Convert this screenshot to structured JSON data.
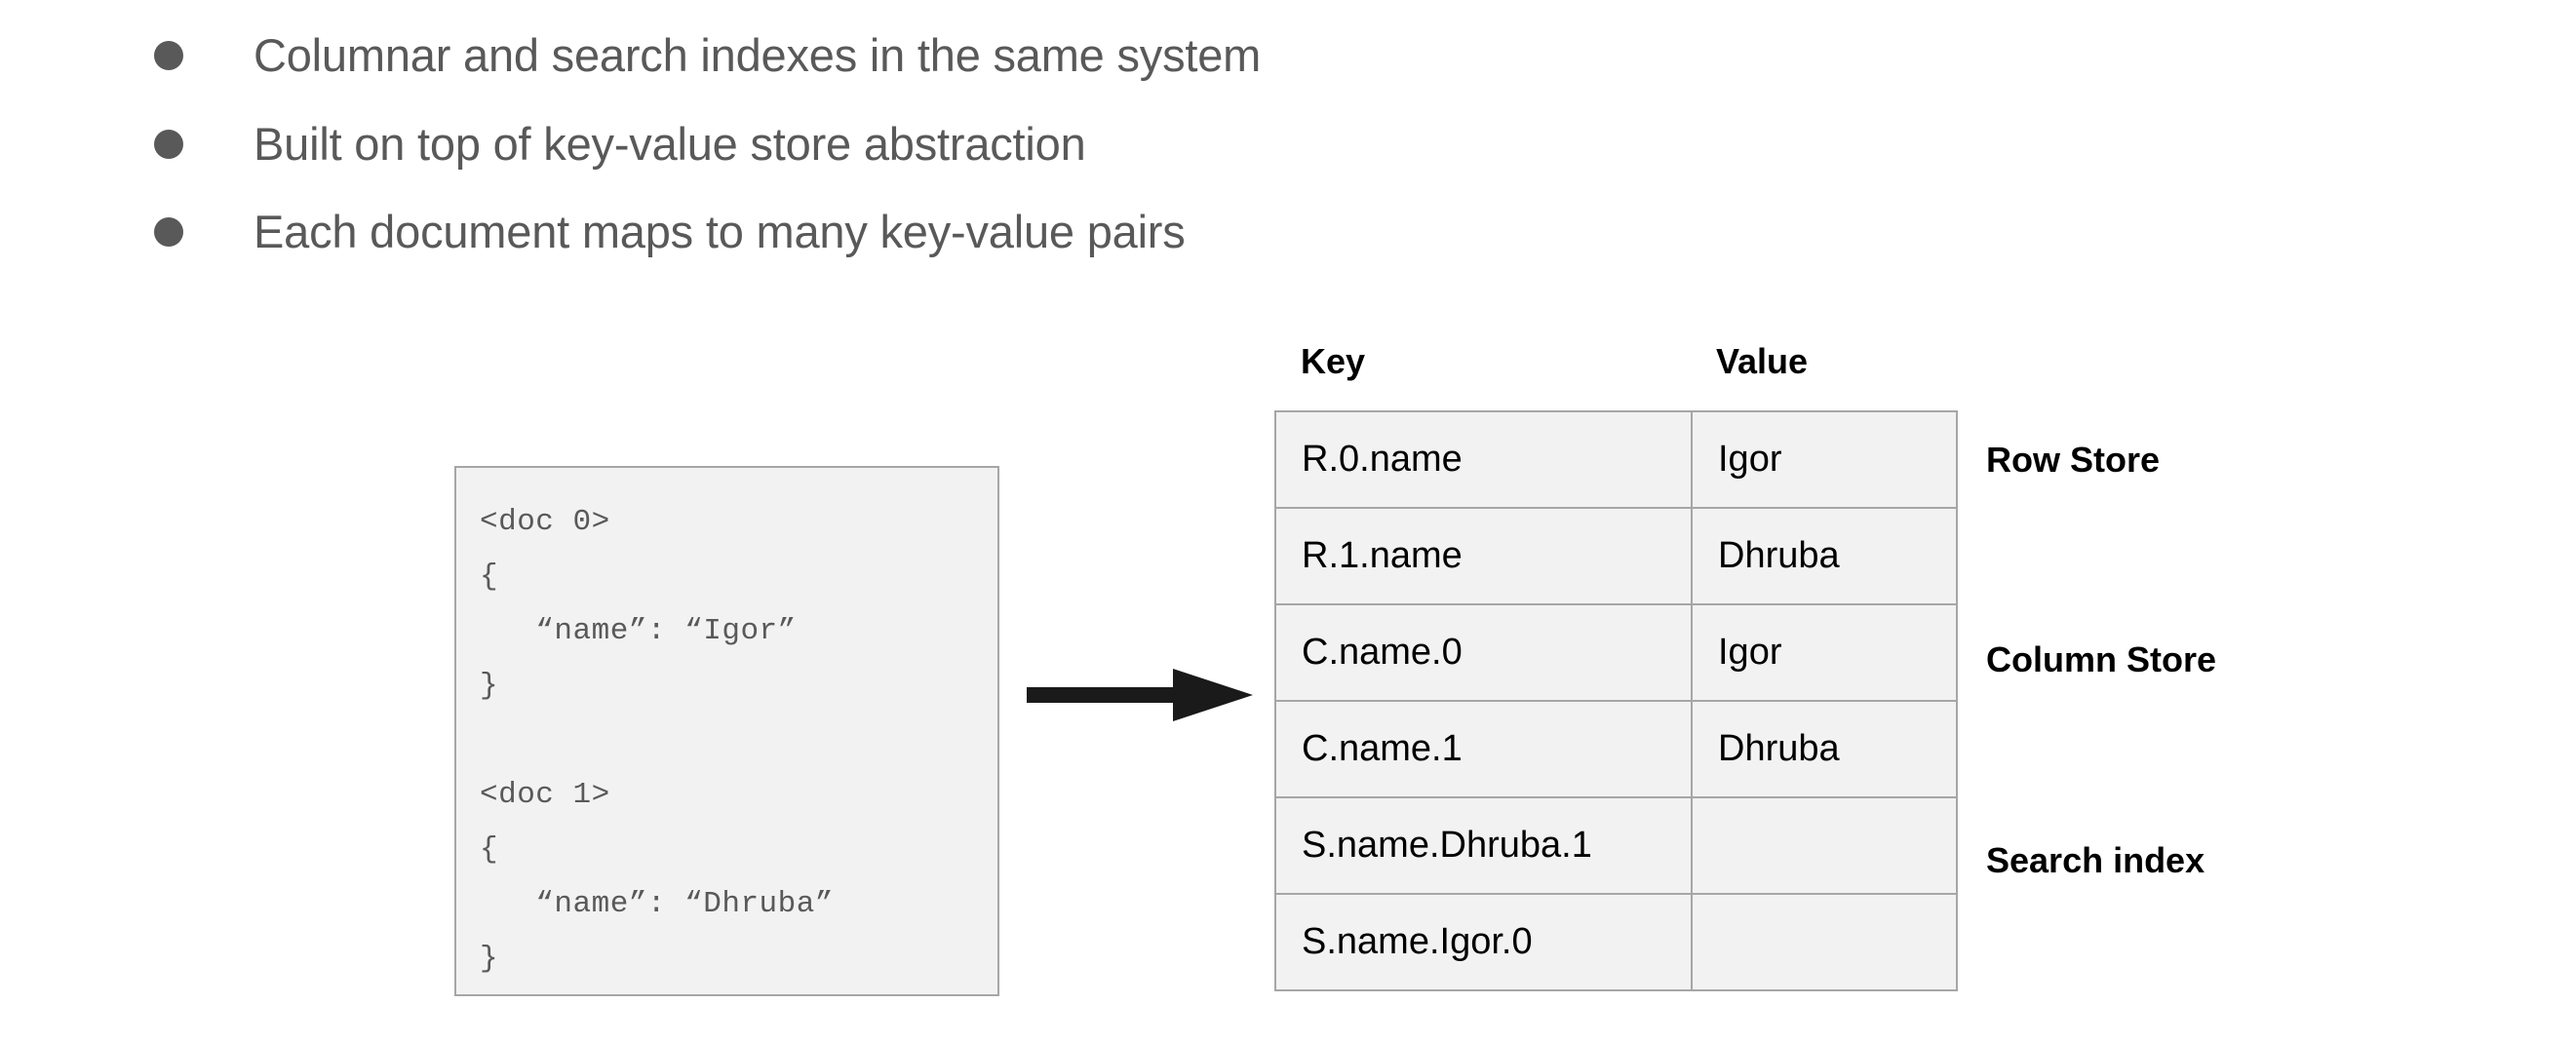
{
  "slide": {
    "bullets": [
      "Columnar and search indexes in the same system",
      "Built on top of key-value store abstraction",
      "Each document maps to many key-value pairs"
    ]
  },
  "document_box": {
    "code": "<doc 0>\n{\n   “name”: “Igor”\n}\n\n<doc 1>\n{\n   “name”: “Dhruba”\n}"
  },
  "arrow": {
    "icon": "right-arrow-icon",
    "color": "#1a1a1a"
  },
  "kv_table": {
    "headers": {
      "key": "Key",
      "value": "Value"
    },
    "rows": [
      {
        "key": "R.0.name",
        "value": "Igor"
      },
      {
        "key": "R.1.name",
        "value": "Dhruba"
      },
      {
        "key": "C.name.0",
        "value": "Igor"
      },
      {
        "key": "C.name.1",
        "value": "Dhruba"
      },
      {
        "key": "S.name.Dhruba.1",
        "value": ""
      },
      {
        "key": "S.name.Igor.0",
        "value": ""
      }
    ],
    "cell_fill": "#f2f2f2",
    "border_color": "#a6a6a6"
  },
  "annotations": [
    "Row Store",
    "Column Store",
    "Search index"
  ],
  "colors": {
    "bullet_text": "#595959",
    "code_text": "#595959",
    "table_text": "#000000",
    "background": "#ffffff"
  }
}
